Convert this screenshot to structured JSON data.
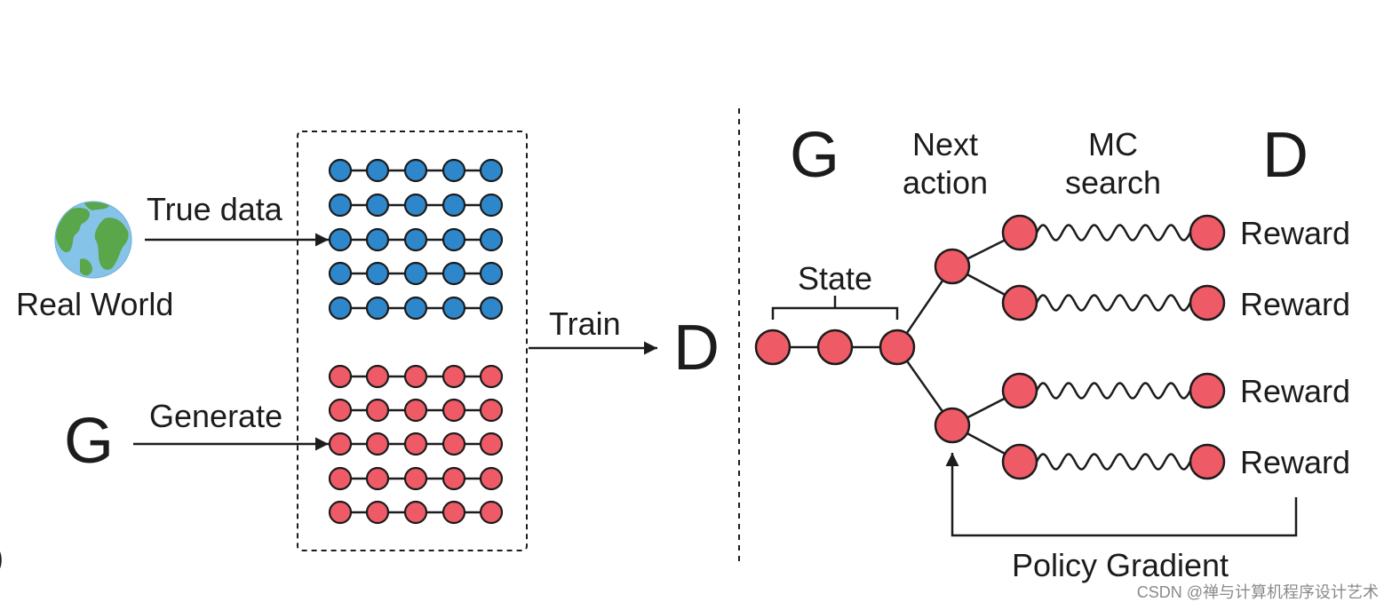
{
  "diagram": {
    "left_panel": {
      "panel_mark": ")",
      "source_label": "Real World",
      "true_data_label": "True data",
      "generator_label": "G",
      "generate_label": "Generate",
      "train_label": "Train",
      "discriminator_label": "D"
    },
    "right_panel": {
      "generator_label": "G",
      "next_action_label": {
        "line1": "Next",
        "line2": "action"
      },
      "mc_search_label": {
        "line1": "MC",
        "line2": "search"
      },
      "discriminator_label": "D",
      "state_label": "State",
      "reward_labels": [
        "Reward",
        "Reward",
        "Reward",
        "Reward"
      ],
      "policy_gradient_label": "Policy Gradient"
    }
  },
  "watermark": "CSDN @禅与计算机程序设计艺术",
  "icons": {
    "real_world": "globe-icon"
  },
  "colors": {
    "true_sample": "#2e87cb",
    "generated_sample": "#ee5b66",
    "ink": "#1c1c1c",
    "globe_ocean": "#86c3e8",
    "globe_land": "#5aa64a"
  }
}
